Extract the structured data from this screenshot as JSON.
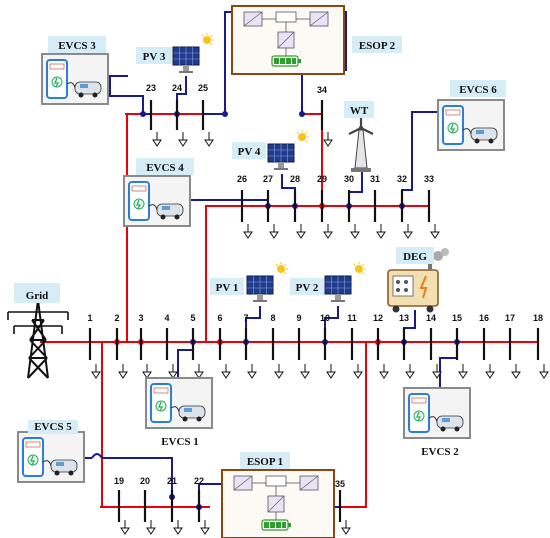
{
  "main_bus_numbers": [
    "1",
    "2",
    "3",
    "4",
    "5",
    "6",
    "7",
    "8",
    "9",
    "10",
    "11",
    "12",
    "13",
    "14",
    "15",
    "16",
    "17",
    "18"
  ],
  "upper_bus_numbers": [
    "26",
    "27",
    "28",
    "29",
    "30",
    "31",
    "32",
    "33"
  ],
  "top_bus_numbers": [
    "23",
    "24",
    "25"
  ],
  "bus_34": "34",
  "lower_bus_numbers": [
    "19",
    "20",
    "21",
    "22"
  ],
  "bus_35": "35",
  "labels": {
    "grid": "Grid",
    "evcs1": "EVCS 1",
    "evcs2": "EVCS 2",
    "evcs3": "EVCS 3",
    "evcs4": "EVCS 4",
    "evcs5": "EVCS 5",
    "evcs6": "EVCS 6",
    "pv1": "PV 1",
    "pv2": "PV 2",
    "pv3": "PV 3",
    "pv4": "PV 4",
    "esop1": "ESOP 1",
    "esop2": "ESOP 2",
    "wt": "WT",
    "deg": "DEG"
  },
  "colors": {
    "feeder_line": "#e8000b",
    "connection_line": "#1a1a8c",
    "label_bg": "#d6ecf7",
    "esop_border": "#8b4513",
    "evcs_box": "#8a8a8a",
    "deg_body": "#f3dfb0",
    "pv_panel": "#1f3b8c"
  }
}
